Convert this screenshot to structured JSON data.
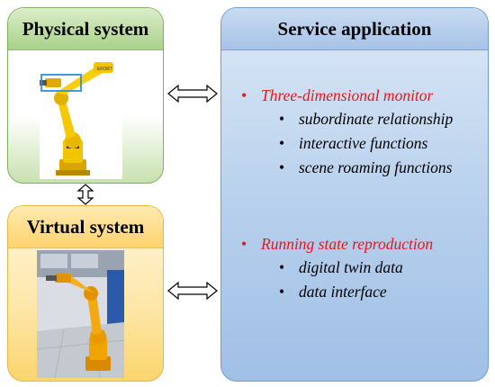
{
  "physical": {
    "title": "Physical system",
    "image": "industrial-robot-photo"
  },
  "virtual": {
    "title": "Virtual system",
    "image": "industrial-robot-3d-render"
  },
  "service": {
    "title": "Service application",
    "groups": [
      {
        "label": "Three-dimensional monitor",
        "items": [
          "subordinate relationship",
          "interactive functions",
          "scene roaming functions"
        ]
      },
      {
        "label": "Running state reproduction",
        "items": [
          "digital twin data",
          "data interface"
        ]
      }
    ]
  },
  "colors": {
    "physical": "#a9d18a",
    "virtual": "#ffd46e",
    "service": "#a6c3e7",
    "accent": "#e0191f"
  }
}
